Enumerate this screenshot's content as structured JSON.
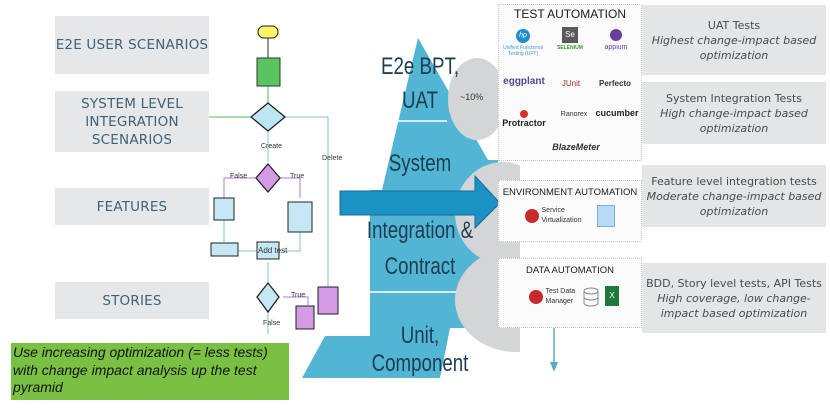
{
  "levels": [
    {
      "label": "E2E USER SCENARIOS"
    },
    {
      "label": "SYSTEM LEVEL INTEGRATION SCENARIOS"
    },
    {
      "label": "FEATURES"
    },
    {
      "label": "STORIES"
    }
  ],
  "flowchart": {
    "labels": {
      "create": "Create",
      "delete": "Delete",
      "false_top": "False",
      "true_top": "True",
      "true_bottom": "True",
      "false_bottom": "False",
      "add_test": "Add test"
    }
  },
  "pyramid": {
    "tiers": [
      {
        "label_line1": "E2e BPT,",
        "label_line2": "UAT"
      },
      {
        "label_line1": "System",
        "label_line2": "Integration &",
        "label_line3": "Contract"
      },
      {
        "label_line1": "Unit, Component"
      }
    ],
    "top_share": "~10%",
    "colors": {
      "pyramid": "#52b5d3",
      "arrow": "#1a93c4",
      "circle": "#d2d4d6"
    }
  },
  "test_automation": {
    "title": "TEST AUTOMATION",
    "tools": [
      {
        "name": "hp",
        "caption": "Unified Functional Testing (UFT)"
      },
      {
        "name": "SELENIUM",
        "caption": "Se"
      },
      {
        "name": "appium"
      },
      {
        "name": "eggplant"
      },
      {
        "name": "JUnit"
      },
      {
        "name": "Perfecto"
      },
      {
        "name": "Protractor"
      },
      {
        "name": "Ranorex"
      },
      {
        "name": "cucumber"
      },
      {
        "name": "BlazeMeter"
      }
    ]
  },
  "environment_automation": {
    "title": "ENVIRONMENT AUTOMATION",
    "tools": [
      {
        "name": "Service Virtualization"
      },
      {
        "name": "cube-icon"
      }
    ]
  },
  "data_automation": {
    "title": "DATA AUTOMATION",
    "tools": [
      {
        "name": "Test Data Manager"
      },
      {
        "name": "database-icon"
      },
      {
        "name": "excel-icon"
      }
    ]
  },
  "descriptions": [
    {
      "title": "UAT Tests",
      "subtitle": "Highest change-impact based optimization"
    },
    {
      "title": "System Integration Tests",
      "subtitle": "High change-impact based optimization"
    },
    {
      "title": "Feature  level integration tests",
      "subtitle": "Moderate change-impact based optimization"
    },
    {
      "title": "BDD, Story level tests, API Tests",
      "subtitle": "High coverage, low change-impact based optimization"
    }
  ],
  "callout": {
    "text": "Use increasing optimization (= less tests) with change impact analysis up the test pyramid",
    "color": "#7ac143"
  }
}
